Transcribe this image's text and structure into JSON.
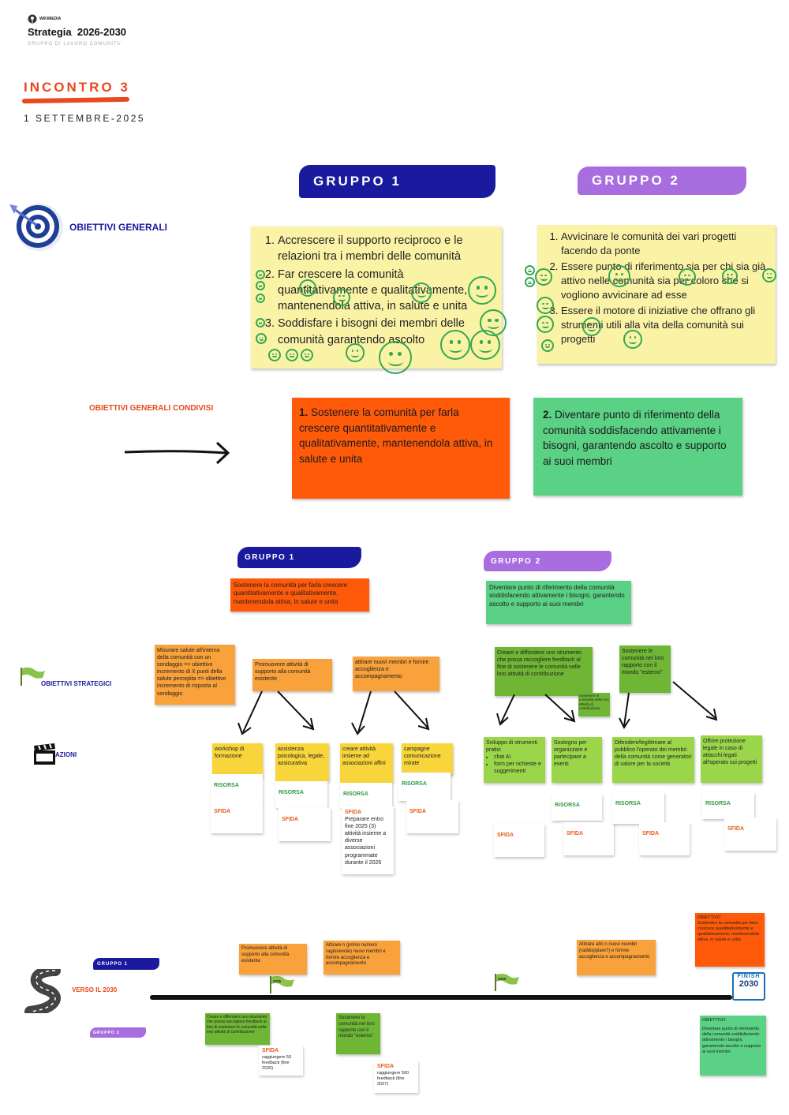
{
  "header": {
    "logo_text": "WIKIMEDIA",
    "title": "Strategia  2026-2030",
    "subtitle": "GRUPPO DI LAVORO COMUNITA'",
    "meeting": "INCONTRO 3",
    "date": "1 SETTEMBRE-2025"
  },
  "colors": {
    "blue": "#1a1a9e",
    "purple": "#a86ee0",
    "yellow_note": "#faf3a6",
    "orange": "#ff5a0a",
    "green": "#5ad184",
    "orange_light": "#f9a13a",
    "lime": "#9bd64a",
    "dark_green": "#6eb634",
    "accent_red": "#e8491d"
  },
  "groups": {
    "g1": "GRUPPO 1",
    "g2": "GRUPPO 2"
  },
  "sections": {
    "obiettivi_generali": "OBIETTIVI GENERALI",
    "condivisi": "OBIETTIVI GENERALI CONDIVISI",
    "strategici": "OBIETTIVI STRATEGICI",
    "azioni": "AZIONI",
    "verso": "VERSO IL 2030"
  },
  "g1_goals": [
    "Accrescere il supporto reciproco e le relazioni tra i membri delle comunità",
    "Far crescere la comunità quantitativamente e qualitativamente, mantenendola attiva, in salute e unita",
    "Soddisfare i bisogni dei membri delle comunità garantendo ascolto"
  ],
  "g2_goals": [
    "Avvicinare le comunità dei vari progetti facendo da ponte",
    "Essere punto di riferimento sia per chi sia già attivo nelle comunità sia per coloro che si vogliono avvicinare ad esse",
    "Essere il motore di iniziative che offrano gli strumenti utili alla vita della comunità sui progetti"
  ],
  "shared": {
    "s1_num": "1.",
    "s1_text": " Sostenere la comunità per farla crescere quantitativamente e qualitativamente, mantenendola attiva, in salute e unita",
    "s2_num": "2.",
    "s2_text": " Diventare punto di riferimento della comunità soddisfacendo attivamente i bisogni, garantendo ascolto e supporto ai suoi membri"
  },
  "g1_strategic": {
    "main": "Sostenere la comunità per farla crescere quantitativamente e qualitativamente, mantenendola attiva, in salute e unita",
    "s1": "Misurare salute all'interno della comunità con un sondaggio => obiettivo incremento di X punti della salute percepita => obiettivo incremento di risposta al sondaggio",
    "s2": "Promuovere attività di supporto alla comunità esistente",
    "s3": "attirare nuovi membri e fornire accoglienza e accompagnamento"
  },
  "g2_strategic": {
    "main": "Diventare punto di riferimento della comunità soddisfacendo attivamente i bisogni, garantendo ascolto e supporto ai suoi membri",
    "s1": "Creare e diffondere uno strumento che possa raccogliere feedback al fine di sostenere le comunità nelle loro attività di contribuzione",
    "s1b": "Sostenere le comunità nelle loro attività di contribuzione",
    "s2": "Sostenere le comunità nel loro rapporto con il mondo \"esterno\""
  },
  "labels": {
    "risorsa": "RISORSA",
    "sfida": "SFIDA"
  },
  "g1_actions": {
    "a1": "workshop di formazione",
    "a2": "assistenza psicologica, legale, assicurativa",
    "a3": "creare attività insieme ad associazioni affini",
    "a4": "campagne comunicazione mirate",
    "a3_sfida": "Preparare entro fine 2025 (3) attività insieme a diverse associazioni programmate durante il 2026"
  },
  "g2_actions": {
    "a1_title": "Sviluppo di strumenti pratici",
    "a1_b1": "chat AI",
    "a1_b2": "form per richieste e suggerimenti",
    "a2": "Sostegno per organizzare e partecipare a eventi",
    "a3": "Difendere/legittimare al pubblico l'operato dei membri della comunità come generatori di valore per la società",
    "a4": "Offrire protezione legale in caso di attacchi legati all'operato sui progetti"
  },
  "timeline": {
    "g1": "GRUPPO 1",
    "g2": "GRUPPO 2",
    "flag1": "2026",
    "flag2": "2029",
    "finish": "FINISH",
    "finish_year": "2030",
    "t1": "Promuovere attività di supporto alla comunità esistente",
    "t2": "Attirare n (primo numero ragionevole) nuovi membri e fornire accoglienza e accompagnamento",
    "t3": "Attirare altri n nuovi membri (raddoppiare?) e fornire accoglienza e accompagnamento",
    "t4": "Creare e diffondere uno strumento che possa raccogliere feedback al fine di sostenere le comunità nelle loro attività di contribuzione",
    "t5": "Sostenere le comunità nel loro rapporto con il mondo \"esterno\"",
    "sfida1_label": "SFIDA",
    "sfida1": "raggiungere 50 feedback (fine 2026)",
    "sfida2_label": "SFIDA",
    "sfida2": "raggiungere 500 feedback (fine 2027)",
    "obj1_label": "OBIETTIVO",
    "obj1": "Sostenere la comunità per farla crescere quantitativamente e qualitativamente, mantenendola attiva, in salute e unita",
    "obj2_label": "OBIETTIVO:",
    "obj2": "Diventare punto di riferimento della comunità soddisfacendo attivamente i bisogni, garantendo ascolto e supporto ai suoi membri"
  }
}
